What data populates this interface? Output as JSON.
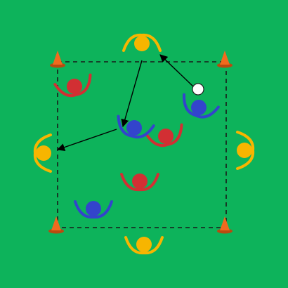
{
  "colors": {
    "field": "#0db35b",
    "boundary": "#1a1a1a",
    "cone": "#f06a1e",
    "cone_shade": "#b84a10",
    "ball": "#ffffff",
    "arrow": "#000000",
    "team_yellow": "#f7b500",
    "team_red": "#d22f33",
    "team_blue": "#3344cc"
  },
  "legend": {
    "cone": "cone-icon",
    "ball": "ball-icon",
    "player": "player-icon",
    "pass": "arrow-icon"
  },
  "teams": [
    "yellow",
    "red",
    "blue"
  ],
  "player_counts": {
    "yellow": 4,
    "red": 3,
    "blue": 3
  },
  "cone_count": 4,
  "pass_count": 3
}
